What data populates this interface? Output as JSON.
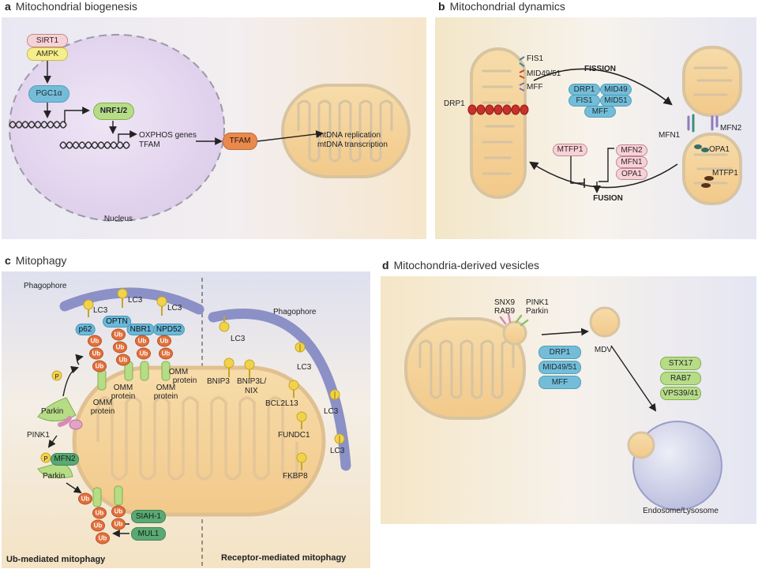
{
  "panels": {
    "a": {
      "letter": "a",
      "title": "Mitochondrial biogenesis"
    },
    "b": {
      "letter": "b",
      "title": "Mitochondrial dynamics"
    },
    "c": {
      "letter": "c",
      "title": "Mitophagy"
    },
    "d": {
      "letter": "d",
      "title": "Mitochondria-derived vesicles"
    }
  },
  "biogenesis": {
    "sirt1": "SIRT1",
    "ampk": "AMPK",
    "pgc1a": "PGC1α",
    "nrf": "NRF1/2",
    "oxphos": "OXPHOS genes",
    "tfam_gene": "TFAM",
    "tfam": "TFAM",
    "replication": "mtDNA replication",
    "transcription": "mtDNA transcription",
    "nucleus": "Nucleus"
  },
  "dynamics": {
    "fis1": "FIS1",
    "mid4951": "MID49/51",
    "mff": "MFF",
    "drp1": "DRP1",
    "fission": "FISSION",
    "fusion": "FUSION",
    "fission_complex": [
      "DRP1",
      "MID49",
      "FIS1",
      "MID51",
      "MFF"
    ],
    "mtfp1": "MTFP1",
    "fusion_proteins": [
      "MFN2",
      "MFN1",
      "OPA1"
    ],
    "mfn1": "MFN1",
    "mfn2": "MFN2",
    "opa1": "OPA1",
    "mtfp1_b": "MTFP1"
  },
  "mitophagy": {
    "phagophore_left": "Phagophore",
    "phagophore_right": "Phagophore",
    "lc3": "LC3",
    "receptors": [
      "p62",
      "OPTN",
      "NBR1",
      "NPD52"
    ],
    "ub": "Ub",
    "omm_line1": "OMM",
    "omm_line2": "protein",
    "parkin": "Parkin",
    "pink1": "PINK1",
    "p": "P",
    "mfn2": "MFN2",
    "siah1": "SIAH-1",
    "mul1": "MUL1",
    "bnip3": "BNIP3",
    "bnip3l_1": "BNIP3L/",
    "bnip3l_2": "NIX",
    "bcl2l13": "BCL2L13",
    "fundc1": "FUNDC1",
    "fkbp8": "FKBP8",
    "ub_mediated": "Ub-mediated mitophagy",
    "receptor_mediated": "Receptor-mediated mitophagy"
  },
  "mdv": {
    "snx9": "SNX9",
    "rab9": "RAB9",
    "pink1": "PINK1",
    "parkin": "Parkin",
    "mdv": "MDV",
    "drp1": "DRP1",
    "mid4951": "MID49/51",
    "mff": "MFF",
    "stx17": "STX17",
    "rab7": "RAB7",
    "vps": "VPS39/41",
    "endosome": "Endosome/Lysosome"
  }
}
